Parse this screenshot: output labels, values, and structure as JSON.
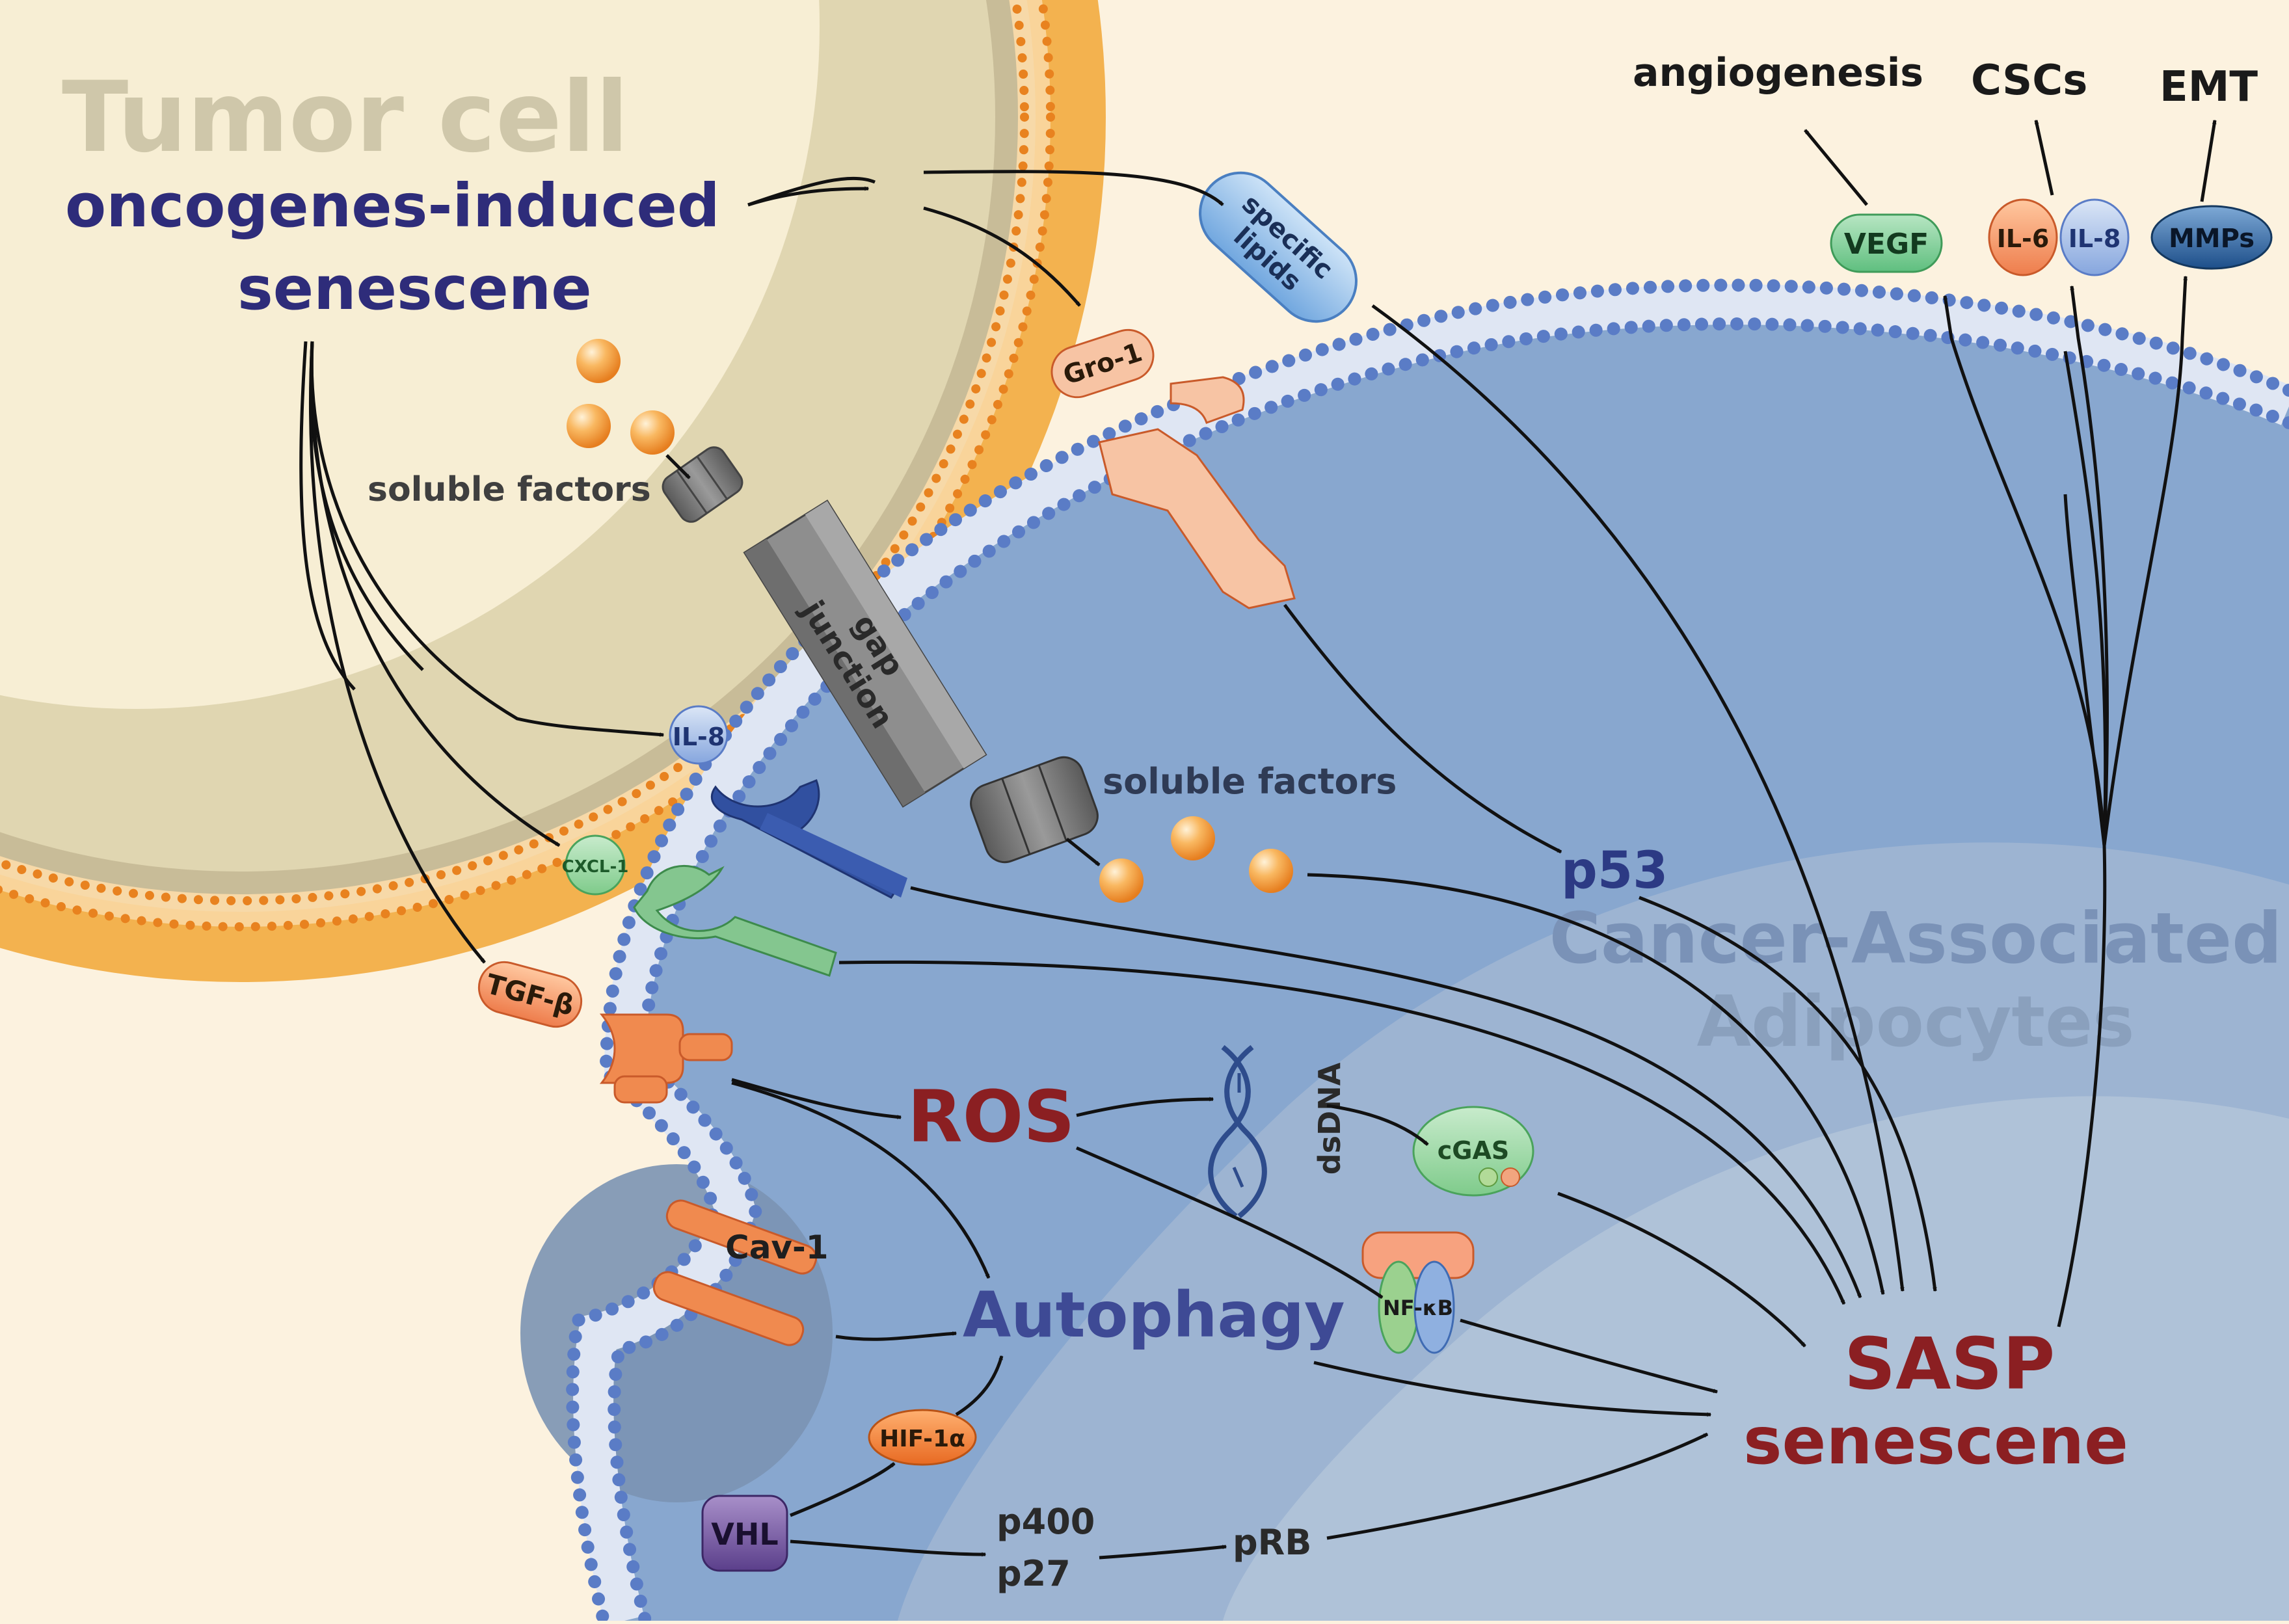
{
  "labels": {
    "tumor_cell": "Tumor cell",
    "oncogene_line1": "oncogenes-induced",
    "oncogene_line2": "senescene",
    "soluble_factors_top": "soluble factors",
    "gap_line1": "gap",
    "gap_line2": "junction",
    "il8_left": "IL-8",
    "cxcl1": "CXCL-1",
    "tgfb": "TGF-β",
    "gro1": "Gro-1",
    "specific_line1": "specific",
    "specific_line2": "lipids",
    "soluble_factors_mid": "soluble factors",
    "p53": "p53",
    "caa_line1": "Cancer-Associated",
    "caa_line2": "Adipocytes",
    "ros": "ROS",
    "dsdna": "dsDNA",
    "cgas": "cGAS",
    "nfkb": "NF-κB",
    "cav1": "Cav-1",
    "autophagy": "Autophagy",
    "hif1a": "HIF-1α",
    "vhl": "VHL",
    "p400": "p400",
    "p27": "p27",
    "prb": "pRB",
    "sasp_line1": "SASP",
    "sasp_line2": "senescene",
    "angiogenesis": "angiogenesis",
    "cscs": "CSCs",
    "emt": "EMT",
    "vegf": "VEGF",
    "il6": "IL-6",
    "il8_right": "IL-8",
    "mmps": "MMPs"
  },
  "colors": {
    "background": "#fcf2df",
    "tumor_membrane": "#f0ad4e",
    "tumor_dots": "#e8821f",
    "adipocyte": "#88a7cf",
    "adipocyte_inner": "#9fb6d2",
    "adipocyte_core": "#b2c5d8",
    "membrane_dots": "#5a7cc6",
    "oncogene_text": "#2e2c7a",
    "red_text": "#8b1f22",
    "autophagy_text": "#3e4a95",
    "p53_text": "#2c3a84"
  }
}
